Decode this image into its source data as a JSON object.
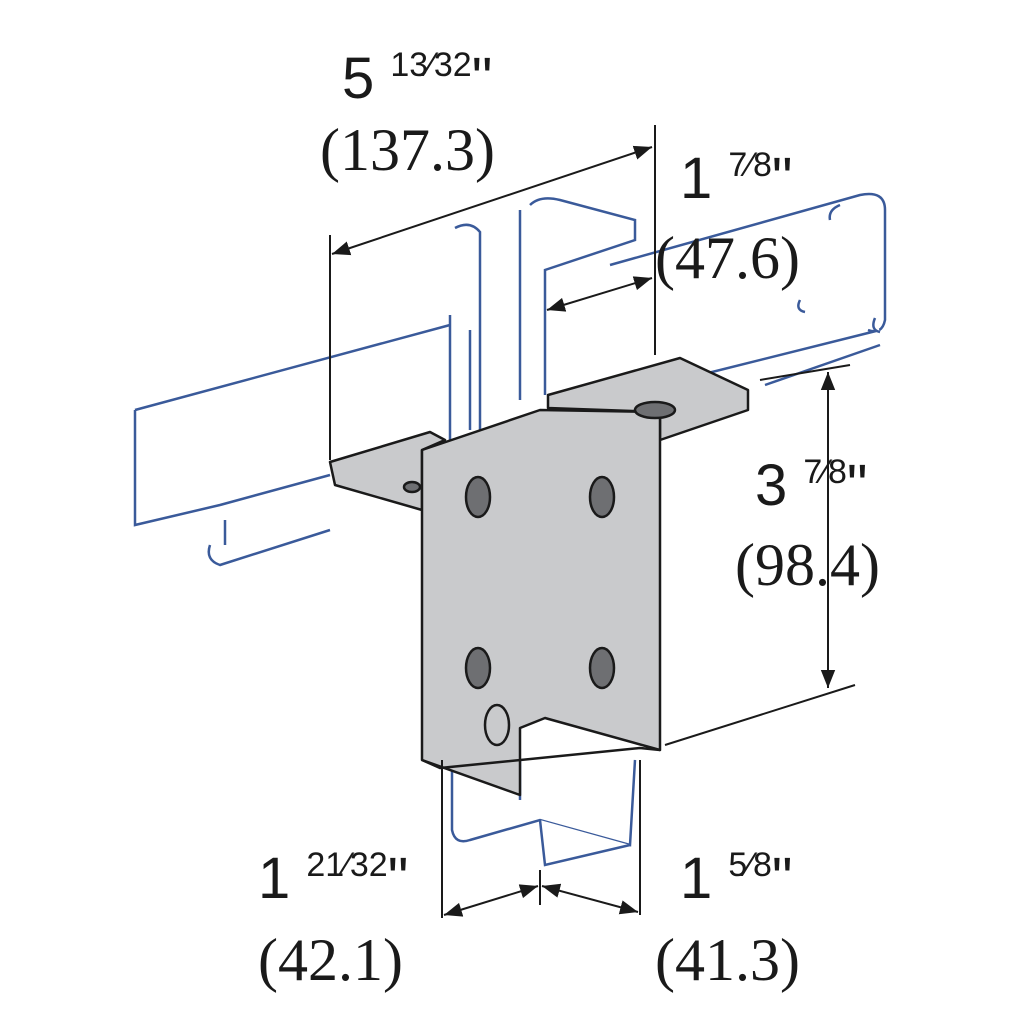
{
  "colors": {
    "channel": "#3a5a9a",
    "bracket_fill": "#c9cacc",
    "outline": "#1a1a1a",
    "hole": "#6e6f72"
  },
  "dimensions": [
    {
      "id": "length",
      "whole": "5",
      "fraction": "13⁄32",
      "unit": "\"",
      "metric": "(137.3)"
    },
    {
      "id": "flange",
      "whole": "1",
      "fraction": "7⁄8",
      "unit": "\"",
      "metric": "(47.6)"
    },
    {
      "id": "height",
      "whole": "3",
      "fraction": "7⁄8",
      "unit": "\"",
      "metric": "(98.4)"
    },
    {
      "id": "depth-left",
      "whole": "1",
      "fraction": "21⁄32",
      "unit": "\"",
      "metric": "(42.1)"
    },
    {
      "id": "depth-right",
      "whole": "1",
      "fraction": "5⁄8",
      "unit": "\"",
      "metric": "(41.3)"
    }
  ]
}
